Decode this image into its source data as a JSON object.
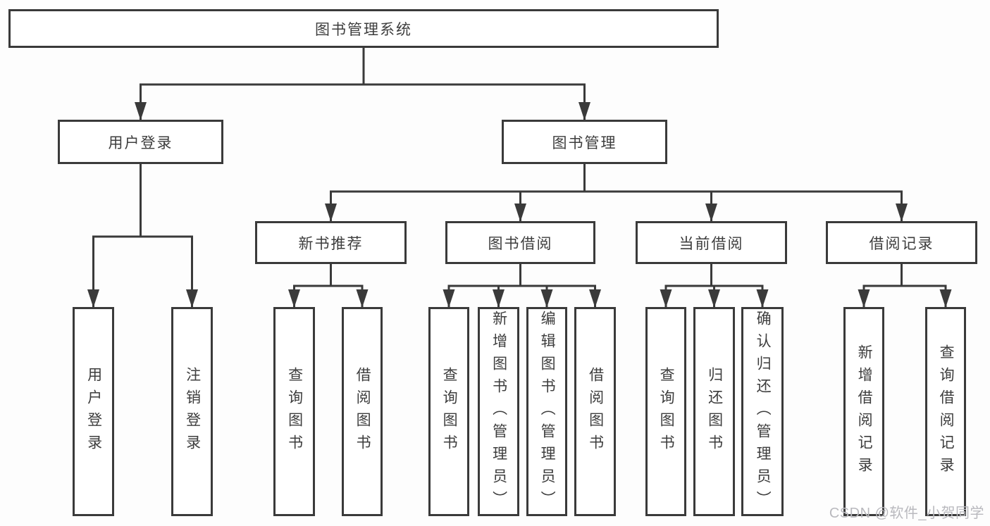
{
  "tree": {
    "label": "图书管理系统",
    "children": [
      {
        "label": "用户登录",
        "children": [
          {
            "label": "用户登录"
          },
          {
            "label": "注销登录"
          }
        ]
      },
      {
        "label": "图书管理",
        "children": [
          {
            "label": "新书推荐",
            "children": [
              {
                "label": "查询图书"
              },
              {
                "label": "借阅图书"
              }
            ]
          },
          {
            "label": "图书借阅",
            "children": [
              {
                "label": "查询图书"
              },
              {
                "label": "新增图书（管理员）"
              },
              {
                "label": "编辑图书（管理员）"
              },
              {
                "label": "借阅图书"
              }
            ]
          },
          {
            "label": "当前借阅",
            "children": [
              {
                "label": "查询图书"
              },
              {
                "label": "归还图书"
              },
              {
                "label": "确认归还（管理员）"
              }
            ]
          },
          {
            "label": "借阅记录",
            "children": [
              {
                "label": "新增借阅记录"
              },
              {
                "label": "查询借阅记录"
              }
            ]
          }
        ]
      }
    ]
  },
  "watermark": {
    "text": "CSDN @软件_小贺同学"
  },
  "colors": {
    "line": "#3a3a3a",
    "box_border": "#3a3a3a",
    "box_fill": "#ffffff",
    "text": "#3d3d3d",
    "watermark": "#b9b9be",
    "background": "#fdfdfd"
  }
}
